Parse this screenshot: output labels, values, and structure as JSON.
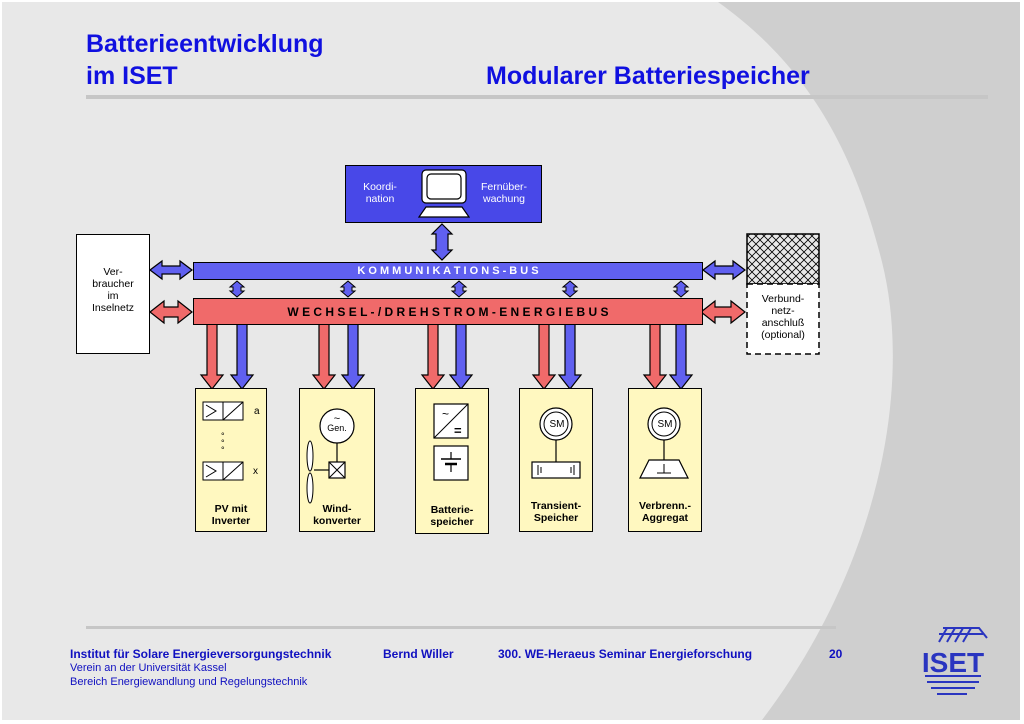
{
  "header": {
    "title_line1": "Batterieentwicklung",
    "title_line2": "im ISET",
    "subtitle": "Modularer Batteriespeicher"
  },
  "diagram": {
    "control": {
      "left": "Koordi-\nnation",
      "right": "Fernüber-\nwachung"
    },
    "comm_bus": "K O M M U N I K A T I O N S - B U S",
    "energy_bus": "W E C H S E L - / D R E H S T R O M - E N E R G I E B U S",
    "consumer": "Ver-\nbraucher\nim\nInselnetz",
    "grid": "Verbund-\nnetz-\nanschluß\n(optional)",
    "modules": [
      {
        "label": "PV mit\nInverter",
        "marker_a": "a",
        "marker_x": "x",
        "dots": "°\n°\n°"
      },
      {
        "label": "Wind-\nkonverter",
        "symbol": "Gen."
      },
      {
        "label": "Batterie-\nspeicher"
      },
      {
        "label": "Transient-\nSpeicher",
        "symbol": "SM"
      },
      {
        "label": "Verbrenn.-\nAggregat",
        "symbol": "SM"
      }
    ],
    "colors": {
      "comm": "#6060f0",
      "energy": "#f06a6a",
      "module": "#fff8c0",
      "control": "#4848e8"
    }
  },
  "footer": {
    "institute": "Institut für Solare Energieversorgungstechnik",
    "author": "Bernd Willer",
    "seminar": "300. WE-Heraeus Seminar  Energieforschung",
    "page": "20",
    "line2": "Verein an der Universität Kassel",
    "line3": "Bereich Energiewandlung und Regelungstechnik",
    "logo_text": "ISET"
  }
}
